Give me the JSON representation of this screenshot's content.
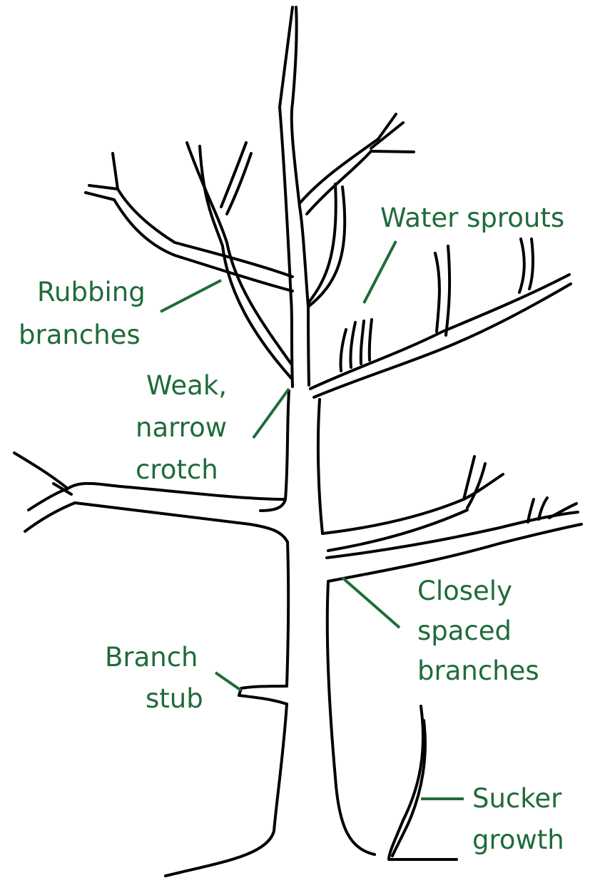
{
  "colors": {
    "outline": "#000000",
    "label": "#1f6b3a",
    "background": "#ffffff"
  },
  "labels": {
    "water_sprouts": [
      "Water sprouts"
    ],
    "rubbing_branches": [
      "Rubbing",
      "branches"
    ],
    "weak_crotch": [
      "Weak,",
      "narrow",
      "crotch"
    ],
    "closely_spaced": [
      "Closely",
      "spaced",
      "branches"
    ],
    "branch_stub": [
      "Branch",
      "stub"
    ],
    "sucker_growth": [
      "Sucker",
      "growth"
    ]
  }
}
